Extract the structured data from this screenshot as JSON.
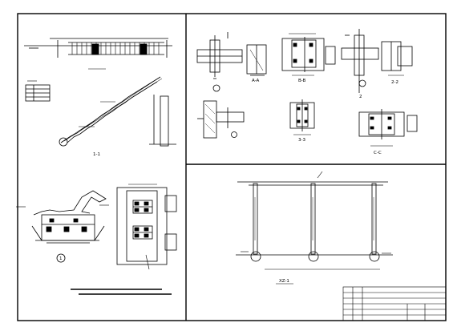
{
  "sheet": {
    "labels": {
      "section_1_1": "1-1",
      "section_2_2": "2-2",
      "section_3_3": "3-3",
      "section_a_a": "A-A",
      "section_b_b": "B-B",
      "section_c_c": "C-C",
      "marker_1": "1",
      "marker_2": "2",
      "frame_title": "XZ-1"
    }
  },
  "colors": {
    "ink": "#000000",
    "paper": "#ffffff"
  }
}
